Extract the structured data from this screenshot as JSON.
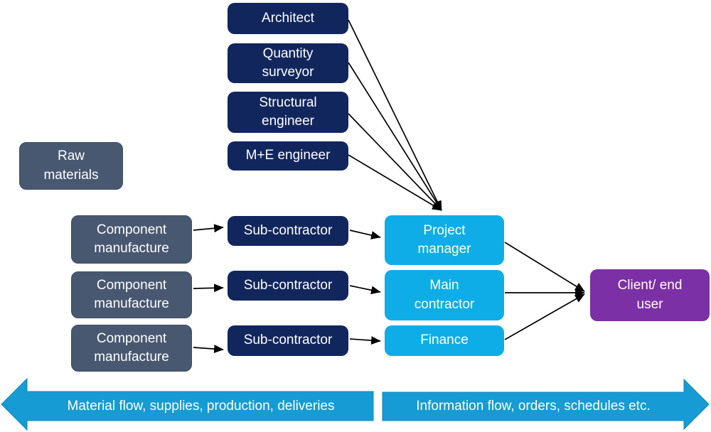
{
  "diagram": {
    "consultants": [
      {
        "label": "Architect"
      },
      {
        "label": "Quantity surveyor"
      },
      {
        "label": "Structural engineer"
      },
      {
        "label": "M+E engineer"
      }
    ],
    "supply": {
      "raw_materials": {
        "label": "Raw materials"
      },
      "component_manufacture": [
        {
          "label": "Component manufacture"
        },
        {
          "label": "Component manufacture"
        },
        {
          "label": "Component manufacture"
        }
      ],
      "sub_contractors": [
        {
          "label": "Sub-contractor"
        },
        {
          "label": "Sub-contractor"
        },
        {
          "label": "Sub-contractor"
        }
      ]
    },
    "management": [
      {
        "label": "Project manager"
      },
      {
        "label": "Main contractor"
      },
      {
        "label": "Finance"
      }
    ],
    "client": {
      "label": "Client/ end user"
    }
  },
  "flow_banners": {
    "material": {
      "label": "Material flow, supplies, production, deliveries",
      "direction": "left"
    },
    "information": {
      "label": "Information flow, orders, schedules etc.",
      "direction": "right"
    }
  },
  "colors": {
    "consultant_navy": "#12265e",
    "supply_slate": "#485870",
    "management_cyan": "#0fade8",
    "client_purple": "#7b30a5",
    "banner_cyan": "#169bd5",
    "banner_edge": "#1286ba",
    "connector_black": "#000000",
    "text_white": "#ffffff"
  }
}
